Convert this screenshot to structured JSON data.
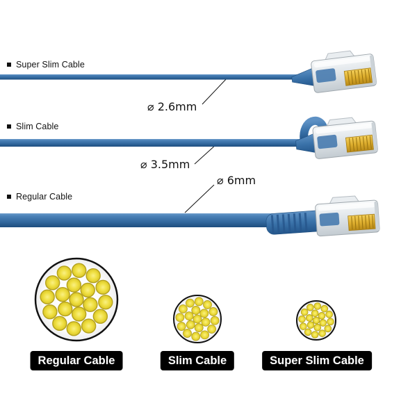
{
  "colors": {
    "background": "#ffffff",
    "cable_blue": "#3470ab",
    "outline": "#111111",
    "strand_yellow": "#efdf41",
    "strand_outline": "#b3a01c",
    "gold_pins": "#ddae2e",
    "plate_background": "#000000",
    "plate_text": "#ffffff"
  },
  "cables": [
    {
      "label": "Super Slim Cable",
      "diameter": "⌀ 2.6mm"
    },
    {
      "label": "Slim Cable",
      "diameter": "⌀ 3.5mm"
    },
    {
      "label": "Regular Cable",
      "diameter": "⌀ 6mm"
    }
  ],
  "cross_sections": [
    {
      "label": "Regular Cable",
      "outer_radius": 59,
      "strand_radius": 10,
      "strand_count": 19
    },
    {
      "label": "Slim Cable",
      "outer_radius": 34,
      "strand_radius": 6,
      "strand_count": 19
    },
    {
      "label": "Super Slim Cable",
      "outer_radius": 28,
      "strand_radius": 4.9,
      "strand_count": 19
    }
  ]
}
